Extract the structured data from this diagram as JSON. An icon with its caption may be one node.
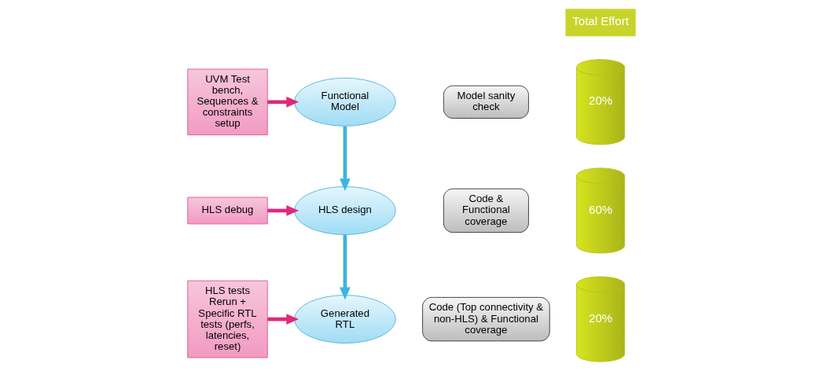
{
  "diagram": {
    "nodes": [
      {
        "text": [
          "UVM Test bench, Sequences & constraints setup"
        ]
      },
      {
        "text": [
          "Functional Model"
        ]
      },
      {
        "text": [
          "Model sanity check"
        ]
      },
      {
        "text": [
          "HLS debug"
        ]
      },
      {
        "text": [
          "HLS design"
        ]
      },
      {
        "text": [
          "Code & Functional coverage"
        ]
      },
      {
        "text": [
          "HLS tests Rerun + Specific RTL tests (perfs, latencies, reset)"
        ]
      },
      {
        "text": [
          "Generated RTL"
        ]
      },
      {
        "text": [
          "Code (Top connectivity & non-HLS) & Functional coverage"
        ]
      },
      {
        "text": [
          "Total Effort"
        ]
      },
      {
        "text": [
          "20%"
        ]
      },
      {
        "text": [
          "60%"
        ]
      },
      {
        "text": [
          "20%"
        ]
      }
    ],
    "edges": [
      {
        "from": 0,
        "to": 1,
        "arrow": "to"
      },
      {
        "from": 1,
        "to": 4,
        "arrow": "to",
        "color": "#3db4e0"
      },
      {
        "from": 3,
        "to": 4,
        "arrow": "to"
      },
      {
        "from": 4,
        "to": 7,
        "arrow": "to",
        "color": "#3db4e0"
      },
      {
        "from": 6,
        "to": 7,
        "arrow": "to"
      }
    ]
  }
}
